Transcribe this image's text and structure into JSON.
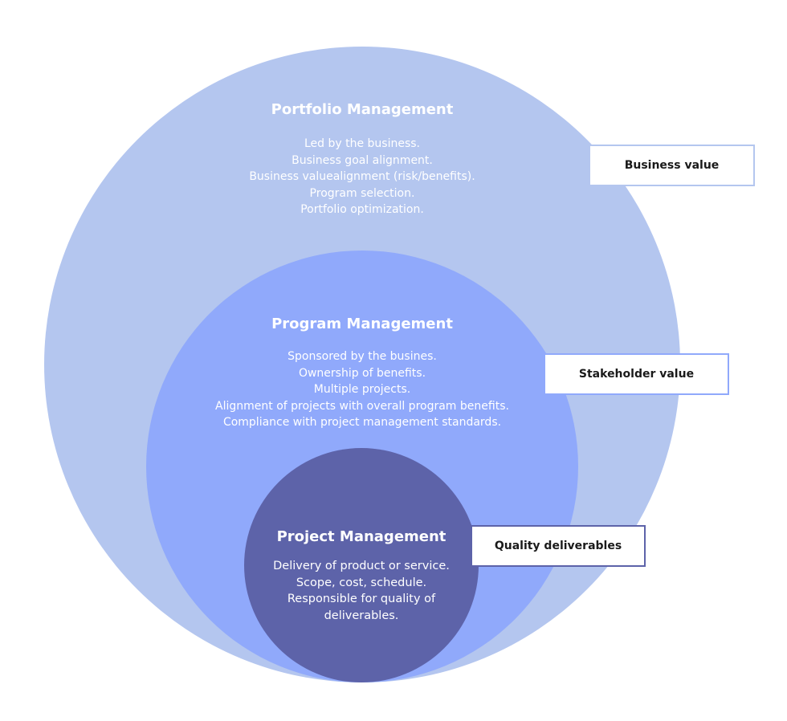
{
  "colors": {
    "portfolio": "#b4c6ef",
    "program": "#90a9fb",
    "project": "#5d63a9",
    "text": "#ffffff"
  },
  "portfolio": {
    "title": "Portfolio Management",
    "lines": [
      "Led by the business.",
      "Business goal alignment.",
      "Business valuealignment (risk/benefits).",
      "Program selection.",
      "Portfolio optimization."
    ],
    "value_label": "Business value"
  },
  "program": {
    "title": "Program Management",
    "lines": [
      "Sponsored by the busines.",
      "Ownership of benefits.",
      "Multiple projects.",
      "Alignment of projects with overall program benefits.",
      "Compliance with project management standards."
    ],
    "value_label": "Stakeholder value"
  },
  "project": {
    "title": "Project Management",
    "lines": [
      "Delivery of product or service.",
      "Scope, cost, schedule.",
      "Responsible for quality of",
      "deliverables."
    ],
    "value_label": "Quality deliverables"
  }
}
